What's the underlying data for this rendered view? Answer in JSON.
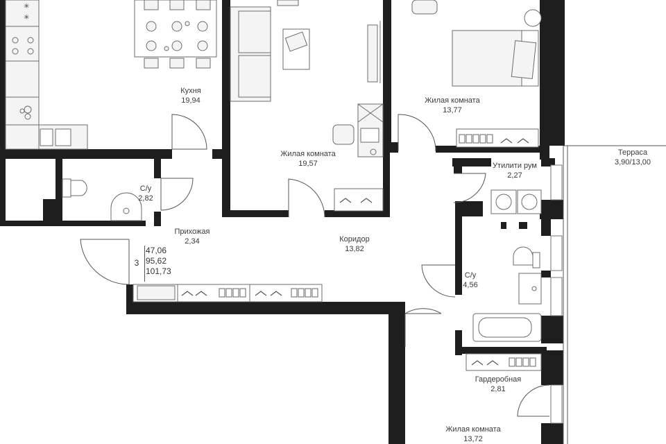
{
  "rooms": {
    "kitchen": {
      "name": "Кухня",
      "area": "19,94"
    },
    "living_1": {
      "name": "Жилая комната",
      "area": "19,57"
    },
    "living_2": {
      "name": "Жилая комната",
      "area": "13,77"
    },
    "living_3": {
      "name": "Жилая комната",
      "area": "13,72"
    },
    "terrace": {
      "name": "Терраса",
      "area": "3,90/13,00"
    },
    "utility": {
      "name": "Утилити рум",
      "area": "2,27"
    },
    "bathroom_1": {
      "name": "С/у",
      "area": "2,82"
    },
    "bathroom_2": {
      "name": "С/у",
      "area": "4,56"
    },
    "hallway": {
      "name": "Прихожая",
      "area": "2,34"
    },
    "corridor": {
      "name": "Коридор",
      "area": "13,82"
    },
    "wardrobe": {
      "name": "Гардеробная",
      "area": "2,81"
    }
  },
  "apartment": {
    "rooms_count": "3",
    "living_area": "47,06",
    "total_area": "95,62",
    "total_area_with_terrace": "101,73"
  },
  "colors": {
    "wall": "#1e1e1e",
    "furniture_stroke": "#6b6b6b",
    "furniture_fill": "#f4f4f4",
    "text": "#3a3a3a"
  }
}
